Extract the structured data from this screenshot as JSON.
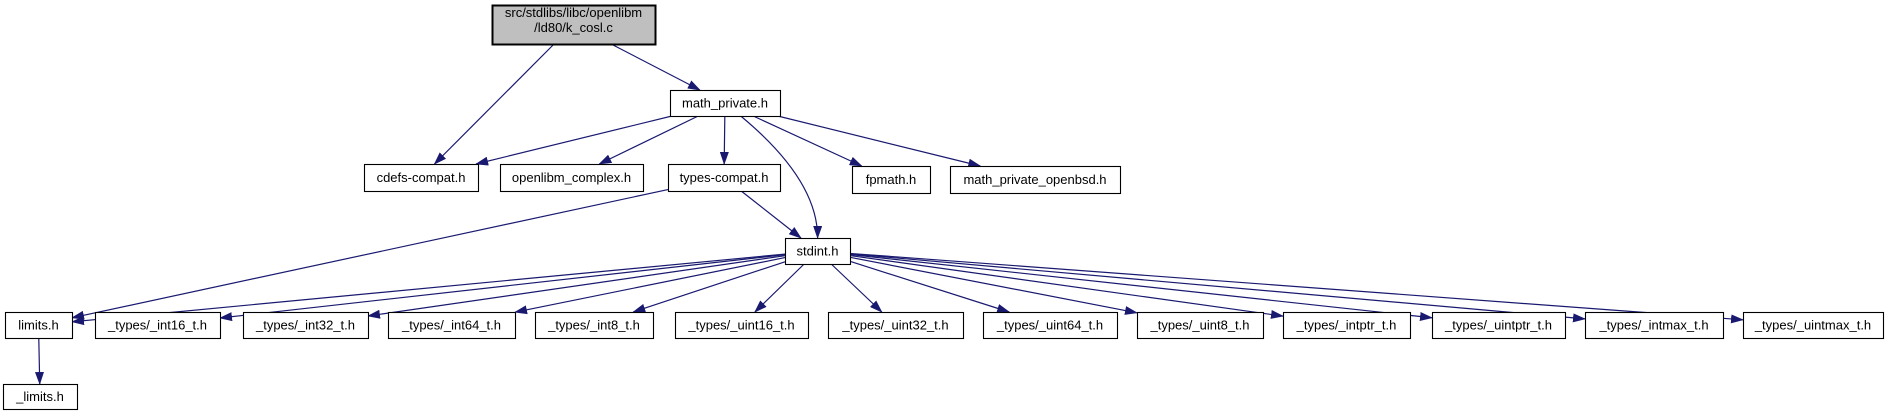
{
  "diagram": {
    "title": "include dependency graph for src/stdlibs/libc/openlibm/ld80/k_cosl.c",
    "type": "include-dependency-graph",
    "colors": {
      "background": "#ffffff",
      "edge": "#191970",
      "node_border": "#000000",
      "node_fill": "#ffffff",
      "node_text": "#000000",
      "root_fill": "#bfbfbf"
    },
    "nodes": [
      {
        "id": "root",
        "label": "src/stdlibs/libc/openlibm\n/ld80/k_cosl.c",
        "kind": "root"
      },
      {
        "id": "math_private",
        "label": "math_private.h",
        "kind": "header"
      },
      {
        "id": "cdefs_compat",
        "label": "cdefs-compat.h",
        "kind": "header"
      },
      {
        "id": "openlibm_complex",
        "label": "openlibm_complex.h",
        "kind": "header"
      },
      {
        "id": "types_compat",
        "label": "types-compat.h",
        "kind": "header"
      },
      {
        "id": "fpmath",
        "label": "fpmath.h",
        "kind": "header"
      },
      {
        "id": "math_private_openbsd",
        "label": "math_private_openbsd.h",
        "kind": "header"
      },
      {
        "id": "stdint",
        "label": "stdint.h",
        "kind": "header"
      },
      {
        "id": "limits",
        "label": "limits.h",
        "kind": "header"
      },
      {
        "id": "int16",
        "label": "_types/_int16_t.h",
        "kind": "header"
      },
      {
        "id": "int32",
        "label": "_types/_int32_t.h",
        "kind": "header"
      },
      {
        "id": "int64",
        "label": "_types/_int64_t.h",
        "kind": "header"
      },
      {
        "id": "int8",
        "label": "_types/_int8_t.h",
        "kind": "header"
      },
      {
        "id": "uint16",
        "label": "_types/_uint16_t.h",
        "kind": "header"
      },
      {
        "id": "uint32",
        "label": "_types/_uint32_t.h",
        "kind": "header"
      },
      {
        "id": "uint64",
        "label": "_types/_uint64_t.h",
        "kind": "header"
      },
      {
        "id": "uint8",
        "label": "_types/_uint8_t.h",
        "kind": "header"
      },
      {
        "id": "intptr",
        "label": "_types/_intptr_t.h",
        "kind": "header"
      },
      {
        "id": "uintptr",
        "label": "_types/_uintptr_t.h",
        "kind": "header"
      },
      {
        "id": "intmax",
        "label": "_types/_intmax_t.h",
        "kind": "header"
      },
      {
        "id": "uintmax",
        "label": "_types/_uintmax_t.h",
        "kind": "header"
      },
      {
        "id": "_limits",
        "label": "_limits.h",
        "kind": "header"
      }
    ],
    "edges": [
      {
        "from": "root",
        "to": "math_private"
      },
      {
        "from": "root",
        "to": "cdefs_compat"
      },
      {
        "from": "math_private",
        "to": "cdefs_compat"
      },
      {
        "from": "math_private",
        "to": "openlibm_complex"
      },
      {
        "from": "math_private",
        "to": "types_compat"
      },
      {
        "from": "math_private",
        "to": "fpmath"
      },
      {
        "from": "math_private",
        "to": "math_private_openbsd"
      },
      {
        "from": "math_private",
        "to": "stdint",
        "bend": true
      },
      {
        "from": "types_compat",
        "to": "stdint"
      },
      {
        "from": "types_compat",
        "to": "limits"
      },
      {
        "from": "stdint",
        "to": "limits"
      },
      {
        "from": "stdint",
        "to": "int16"
      },
      {
        "from": "stdint",
        "to": "int32"
      },
      {
        "from": "stdint",
        "to": "int64"
      },
      {
        "from": "stdint",
        "to": "int8"
      },
      {
        "from": "stdint",
        "to": "uint16"
      },
      {
        "from": "stdint",
        "to": "uint32"
      },
      {
        "from": "stdint",
        "to": "uint64"
      },
      {
        "from": "stdint",
        "to": "uint8"
      },
      {
        "from": "stdint",
        "to": "intptr"
      },
      {
        "from": "stdint",
        "to": "uintptr"
      },
      {
        "from": "stdint",
        "to": "intmax"
      },
      {
        "from": "stdint",
        "to": "uintmax"
      },
      {
        "from": "limits",
        "to": "_limits"
      }
    ]
  }
}
